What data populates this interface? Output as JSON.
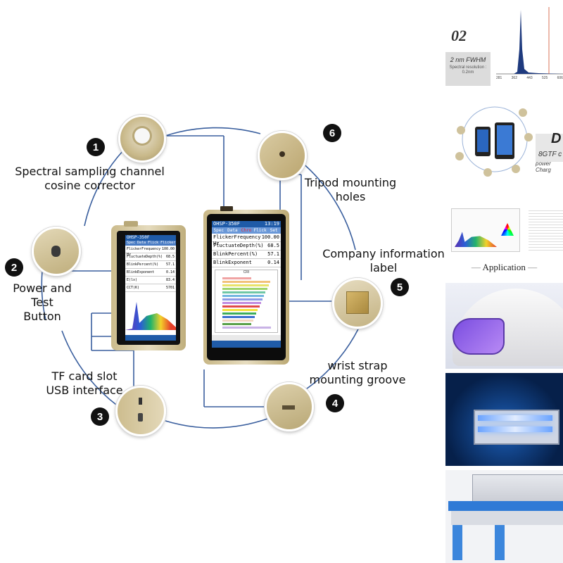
{
  "labels": {
    "l1": "Spectral sampling channel\ncosine corrector",
    "l2": "Power and Test\nButton",
    "l3": "TF card slot\nUSB interface",
    "l4": "wrist strap\nmounting groove",
    "l5": "Company information\nlabel",
    "l6": "Tripod mounting\nholes"
  },
  "numbers": {
    "n1": "1",
    "n2": "2",
    "n3": "3",
    "n4": "4",
    "n5": "5",
    "n6": "6"
  },
  "device_small": {
    "header": "OHSP-350F",
    "tabs": "Spec Data Flick Flicker Set",
    "rows": [
      {
        "k": "FlickerFrequency Hz",
        "v": "100.00"
      },
      {
        "k": "FluctuateDepth(%)",
        "v": "68.5"
      },
      {
        "k": "BlinkPercent(%)",
        "v": "57.1"
      },
      {
        "k": "BlinkExponent",
        "v": "0.14"
      },
      {
        "k": "E(lx)",
        "v": "83.4"
      },
      {
        "k": "CCT(K)",
        "v": "5701"
      }
    ]
  },
  "device_large": {
    "header": "OHSP-350F",
    "clock": "13:19",
    "tabs": [
      "Spec",
      "Data",
      "Chro",
      "Flick",
      "Set"
    ],
    "rows": [
      {
        "k": "FlickerFrequency Hz",
        "v": "100.00"
      },
      {
        "k": "FluctuateDepth(%)",
        "v": "68.5"
      },
      {
        "k": "BlinkPercent(%)",
        "v": "57.1"
      },
      {
        "k": "BlinkExponent",
        "v": "0.14"
      }
    ],
    "chart_title": "CRI"
  },
  "right_panel": {
    "fwhm_num": "02",
    "fwhm_label": "2 nm FWHM",
    "fwhm_sub": "Spectral resolution :\n0.2nm",
    "axis_ticks": [
      "281",
      "362",
      "443",
      "525",
      "606"
    ],
    "cut_text": "8GTF c",
    "cut_text2": "power Charg",
    "cut_d": "D",
    "application": "Application"
  },
  "colors": {
    "gold": "#c9b98a",
    "line_blue": "#3a5f9e",
    "screen_blue": "#1f5ba8"
  }
}
